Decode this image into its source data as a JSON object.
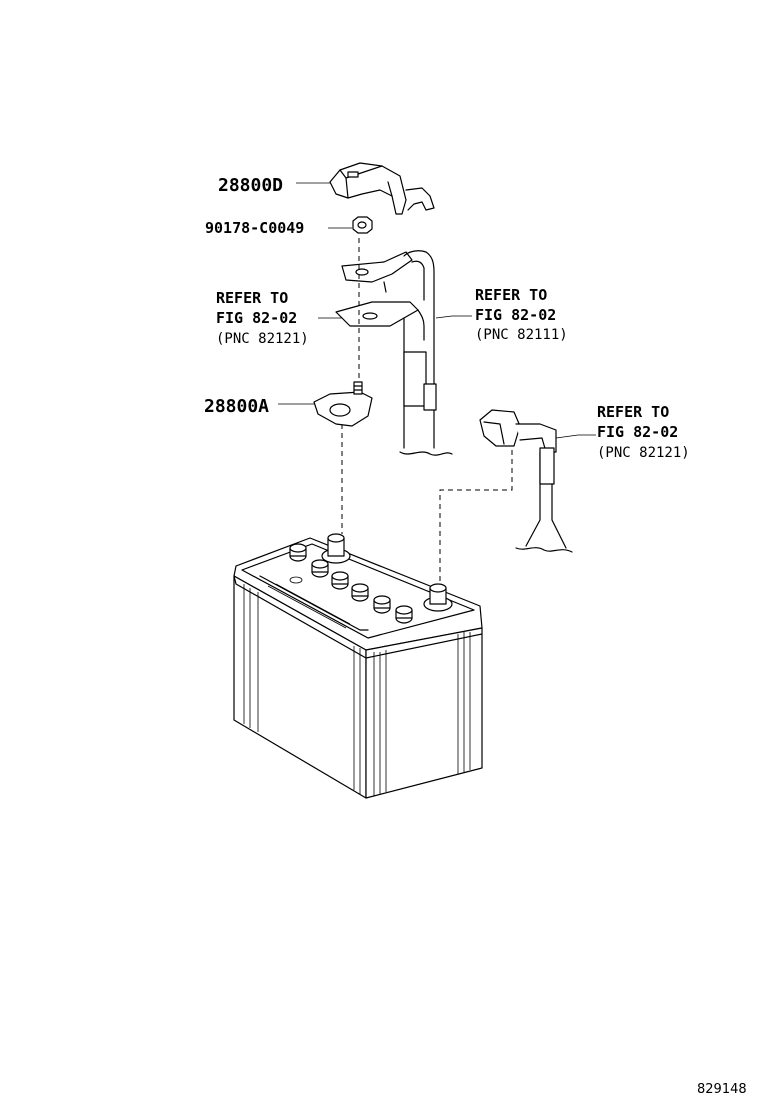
{
  "callouts": {
    "cover": "28800D",
    "nut": "90178-C0049",
    "terminal": "28800A"
  },
  "refs": [
    {
      "line1": "REFER TO",
      "line2": "FIG 82-02",
      "line3": "(PNC 82121)"
    },
    {
      "line1": "REFER TO",
      "line2": "FIG 82-02",
      "line3": "(PNC 82111)"
    },
    {
      "line1": "REFER TO",
      "line2": "FIG 82-02",
      "line3": "(PNC 82121)"
    }
  ],
  "figure_number": "829148"
}
